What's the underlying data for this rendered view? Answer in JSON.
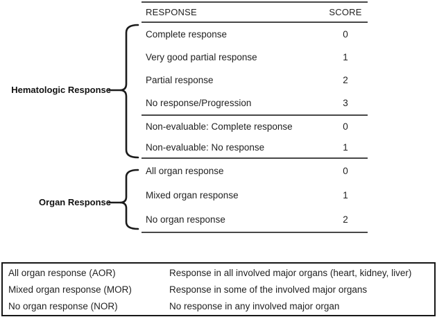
{
  "score_table": {
    "headers": {
      "response": "RESPONSE",
      "score": "SCORE"
    },
    "groups": [
      {
        "label": "Hematologic Response",
        "rows": [
          {
            "response": "Complete response",
            "score": "0"
          },
          {
            "response": "Very good partial response",
            "score": "1"
          },
          {
            "response": "Partial response",
            "score": "2"
          },
          {
            "response": "No response/Progression",
            "score": "3"
          },
          {
            "response": "Non-evaluable: Complete response",
            "score": "0"
          },
          {
            "response": "Non-evaluable: No response",
            "score": "1"
          }
        ]
      },
      {
        "label": "Organ Response",
        "rows": [
          {
            "response": "All organ response",
            "score": "0"
          },
          {
            "response": "Mixed organ response",
            "score": "1"
          },
          {
            "response": "No organ response",
            "score": "2"
          }
        ]
      }
    ]
  },
  "legend_table": {
    "rows": [
      {
        "term": "All organ response (AOR)",
        "definition": "Response in all involved major organs (heart, kidney, liver)"
      },
      {
        "term": "Mixed organ response (MOR)",
        "definition": "Response in some of the involved major organs"
      },
      {
        "term": "No organ response (NOR)",
        "definition": "No response in any involved major organ"
      }
    ]
  },
  "colors": {
    "text": "#1f1f1f",
    "rule": "#474747",
    "box_border": "#161616"
  }
}
